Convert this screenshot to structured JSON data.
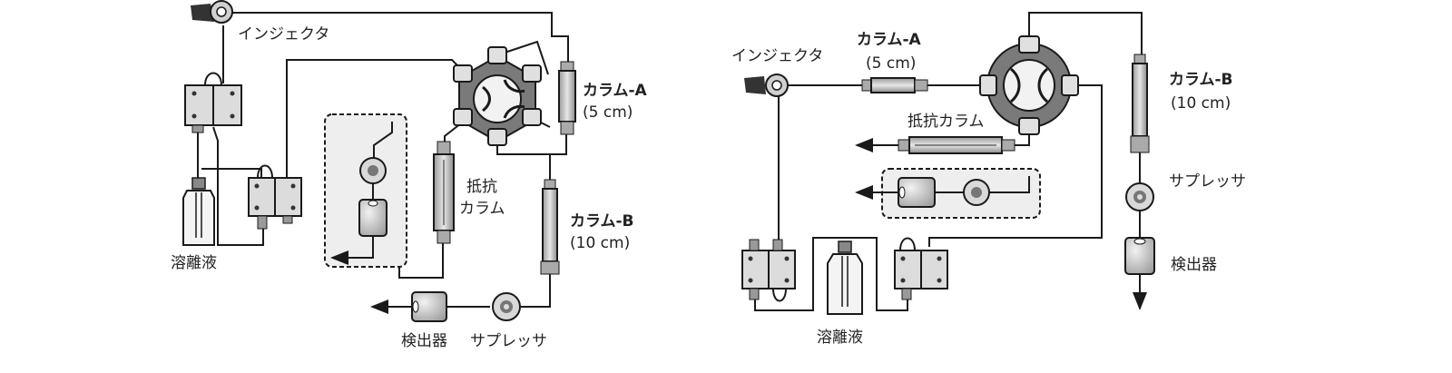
{
  "left": {
    "injector": "インジェクタ",
    "column_a": {
      "name": "カラム-A",
      "size": "(5 cm)"
    },
    "resist_column": [
      "抵抗",
      "カラム"
    ],
    "column_b": {
      "name": "カラム-B",
      "size": "(10 cm)"
    },
    "eluent": "溶離液",
    "detector": "検出器",
    "suppressor": "サプレッサ"
  },
  "right": {
    "injector": "インジェクタ",
    "column_a": {
      "name": "カラム-A",
      "size": "(5 cm)"
    },
    "resist_column": "抵抗カラム",
    "column_b": {
      "name": "カラム-B",
      "size": "(10 cm)"
    },
    "suppressor": "サプレッサ",
    "detector": "検出器",
    "eluent": "溶離液"
  },
  "colors": {
    "line": "#1a1a1a",
    "device_fill": "#d9d9d9",
    "device_dark": "#6e6e6e",
    "panel_fill": "#eeeeee"
  }
}
